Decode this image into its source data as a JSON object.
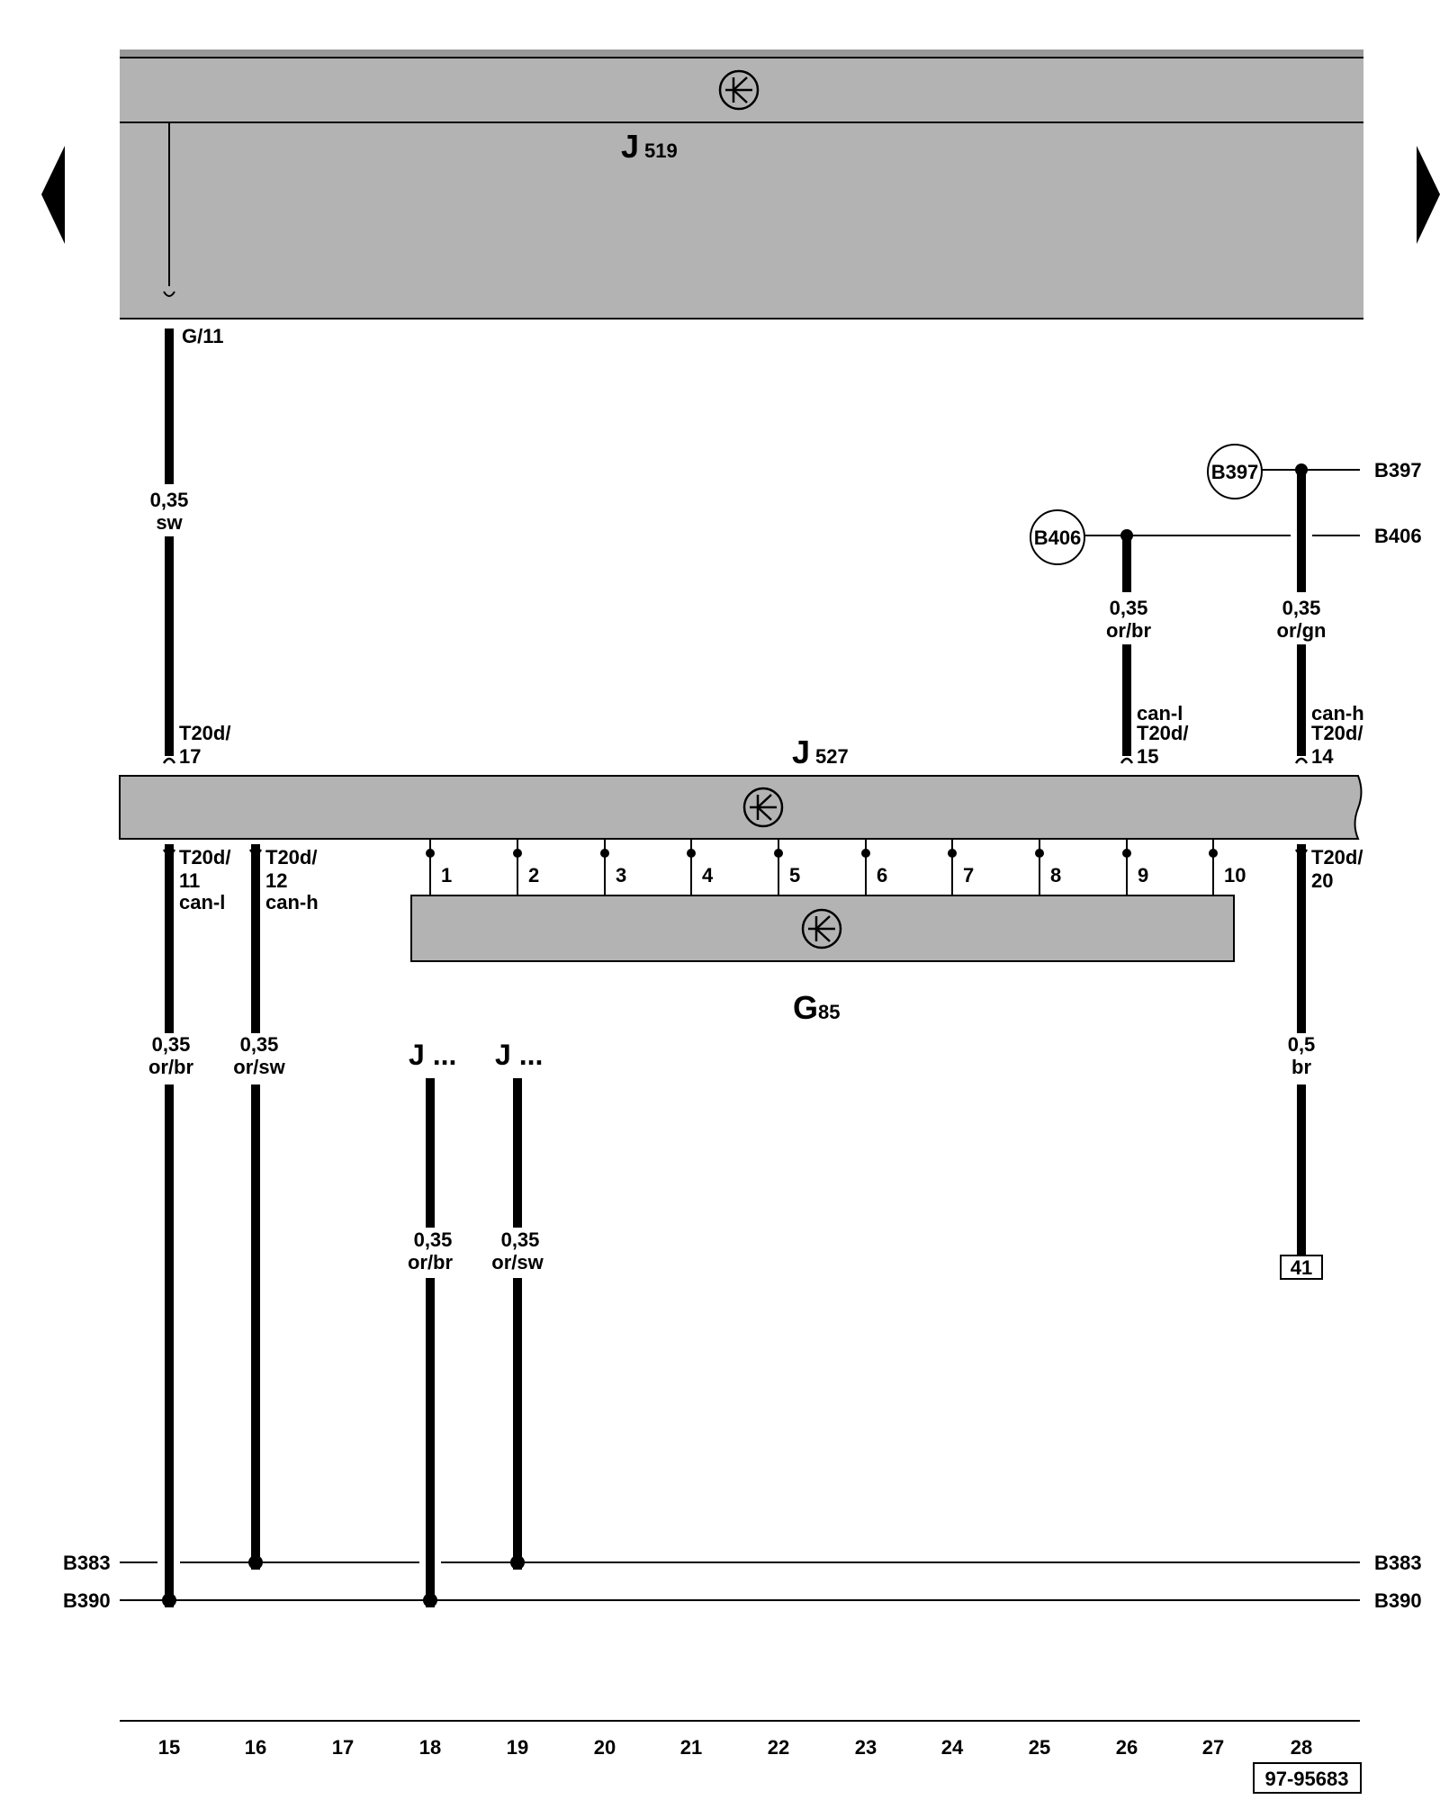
{
  "nav": {
    "prev_icon": "triangle-left-icon",
    "next_icon": "triangle-right-icon"
  },
  "components": {
    "j519": {
      "letter": "J",
      "sub": "519",
      "icon": "control-unit-icon"
    },
    "j527": {
      "letter": "J",
      "sub": "527",
      "icon": "control-unit-icon"
    },
    "g85": {
      "letter": "G",
      "sub": "85",
      "icon": "control-unit-icon"
    }
  },
  "wires": {
    "w15_top": {
      "pin": "G/11",
      "size": "0,35",
      "color": "sw",
      "connector": "T20d/",
      "connector_pin": "17"
    },
    "w26_top": {
      "size": "0,35",
      "color": "or/br",
      "signal": "can-l",
      "connector": "T20d/",
      "connector_pin": "15"
    },
    "w28_top": {
      "size": "0,35",
      "color": "or/gn",
      "signal": "can-h",
      "connector": "T20d/",
      "connector_pin": "14"
    },
    "w15_bot": {
      "connector": "T20d/",
      "connector_pin": "11",
      "signal": "can-l",
      "size": "0,35",
      "color": "or/br"
    },
    "w16_bot": {
      "connector": "T20d/",
      "connector_pin": "12",
      "signal": "can-h",
      "size": "0,35",
      "color": "or/sw"
    },
    "w18": {
      "ref": "J ...",
      "size": "0,35",
      "color": "or/br"
    },
    "w19": {
      "ref": "J ...",
      "size": "0,35",
      "color": "or/sw"
    },
    "w28_bot": {
      "connector": "T20d/",
      "connector_pin": "20",
      "size": "0,5",
      "color": "br",
      "ref_box": "41"
    }
  },
  "g85_pins": [
    "1",
    "2",
    "3",
    "4",
    "5",
    "6",
    "7",
    "8",
    "9",
    "10"
  ],
  "junctions": {
    "b397": "B397",
    "b406": "B406",
    "b397_right": "B397",
    "b406_right": "B406",
    "b383_left": "B383",
    "b383_right": "B383",
    "b390_left": "B390",
    "b390_right": "B390"
  },
  "tracks": [
    "15",
    "16",
    "17",
    "18",
    "19",
    "20",
    "21",
    "22",
    "23",
    "24",
    "25",
    "26",
    "27",
    "28"
  ],
  "footer": {
    "ref": "97-95683"
  }
}
